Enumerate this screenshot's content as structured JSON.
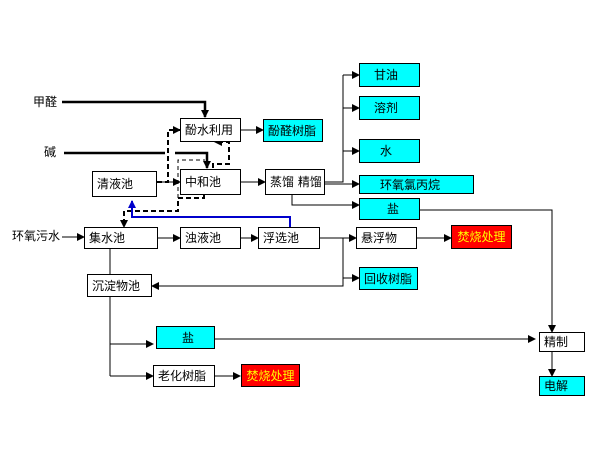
{
  "colors": {
    "product_fill": "#00ffff",
    "incinerate_fill": "#ff0000",
    "incinerate_text": "#ffff00",
    "recycle_line": "#0000cc",
    "line": "#000000"
  },
  "inputs": {
    "formaldehyde": "甲醛",
    "alkali": "碱",
    "epoxy_wastewater": "环氧污水"
  },
  "nodes": {
    "phenol_water_use": "酚水利用",
    "phenolic_resin": "酚醛树脂",
    "clear_liquid_pool": "清液池",
    "neutralization_pool": "中和池",
    "evaporation_distillation": "蒸馏 精馏",
    "collection_pool": "集水池",
    "turbid_liquid_pool": "浊液池",
    "flotation_pool": "浮选池",
    "suspended_matter": "悬浮物",
    "incineration_1": "焚烧处理",
    "recovered_resin": "回收树脂",
    "sediment_pool": "沉淀物池",
    "salt_2": "盐",
    "aged_resin": "老化树脂",
    "incineration_2": "焚烧处理",
    "refining": "精制",
    "electrolysis": "电解"
  },
  "products": {
    "glycerin": "甘油",
    "solvent": "溶剂",
    "water": "水",
    "epichlorohydrin": "环氧氯丙烷",
    "salt_1": "盐"
  }
}
